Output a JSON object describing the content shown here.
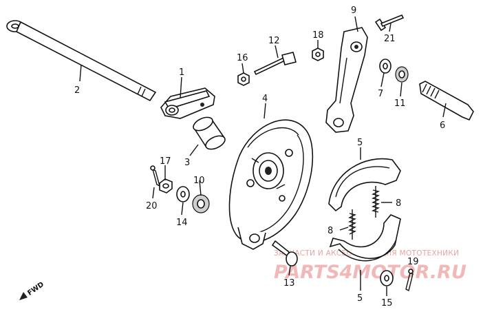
{
  "parts": [
    {
      "key": "p1",
      "label": "1"
    },
    {
      "key": "p2",
      "label": "2"
    },
    {
      "key": "p3",
      "label": "3"
    },
    {
      "key": "p4",
      "label": "4"
    },
    {
      "key": "p5a",
      "label": "5"
    },
    {
      "key": "p5b",
      "label": "5"
    },
    {
      "key": "p6",
      "label": "6"
    },
    {
      "key": "p7",
      "label": "7"
    },
    {
      "key": "p8a",
      "label": "8"
    },
    {
      "key": "p8b",
      "label": "8"
    },
    {
      "key": "p9",
      "label": "9"
    },
    {
      "key": "p10",
      "label": "10"
    },
    {
      "key": "p11",
      "label": "11"
    },
    {
      "key": "p12",
      "label": "12"
    },
    {
      "key": "p13",
      "label": "13"
    },
    {
      "key": "p14",
      "label": "14"
    },
    {
      "key": "p15",
      "label": "15"
    },
    {
      "key": "p16",
      "label": "16"
    },
    {
      "key": "p17",
      "label": "17"
    },
    {
      "key": "p18",
      "label": "18"
    },
    {
      "key": "p19a",
      "label": "19"
    },
    {
      "key": "p19b",
      "label": "19"
    },
    {
      "key": "p20",
      "label": "20"
    },
    {
      "key": "p21",
      "label": "21"
    }
  ],
  "direction_marker": "FWD",
  "watermark": {
    "line1": "ЗАПЧАСТИ И АКСЕССУАРЫ ДЛЯ МОТОТЕХНИКИ",
    "line2": "PARTS4MOTOR.RU"
  }
}
